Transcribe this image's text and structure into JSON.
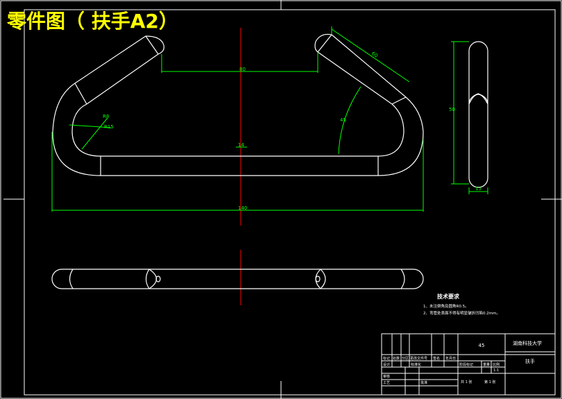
{
  "header": {
    "title": "零件图（  扶手A2）"
  },
  "colors": {
    "background": "#000000",
    "outline": "#ffffff",
    "dimension": "#00ff00",
    "centerline": "#ff0000",
    "title": "#ffff00"
  },
  "dimensions": {
    "top_gap": "80",
    "arm_length": "60",
    "overall_width": "140",
    "left_radius": "R15",
    "right_angle": "45",
    "center_note": "14",
    "side_height": "50",
    "side_width": "15",
    "small_label": "R8"
  },
  "tech_requirements": {
    "heading": "技术要求",
    "item1": "1、未注倒角及圆角R0.5。",
    "item2": "2、弯管处表面不得有明显皱折凹陷0.2mm。"
  },
  "title_block": {
    "university": "湖南科技大学",
    "part_name": "扶手",
    "material": "45",
    "scale": "1:1",
    "col_mark": "标记",
    "col_count": "处数",
    "col_zone": "分区",
    "col_changedoc": "更改文件号",
    "col_sign": "签名",
    "col_date": "年月日",
    "design": "设计",
    "standardize": "标准化",
    "stage_label": "阶段标记",
    "weight_label": "重量",
    "scale_label": "比例",
    "review": "审核",
    "process": "工艺",
    "approve": "批准",
    "sheets_total": "共  1  张",
    "sheet_no": "第  1  张"
  }
}
